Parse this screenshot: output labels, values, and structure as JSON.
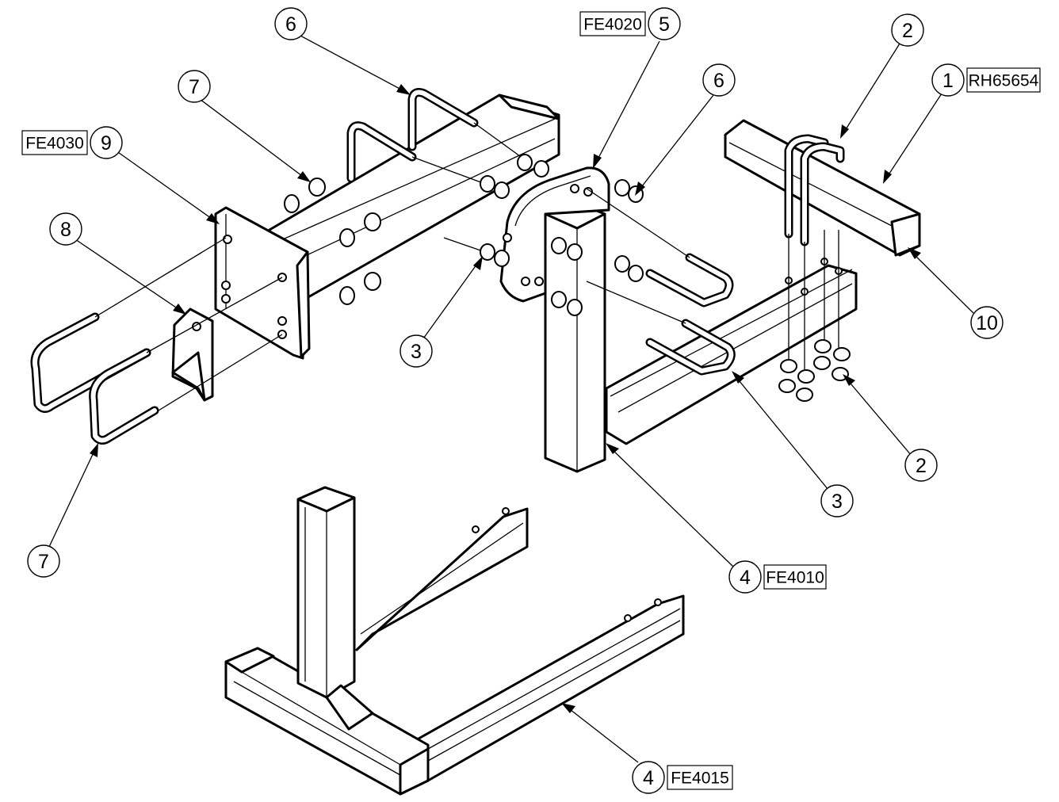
{
  "parts": [
    {
      "key": "p1",
      "number": "1",
      "code": "RH65654"
    },
    {
      "key": "p2a",
      "number": "2",
      "code": ""
    },
    {
      "key": "p2b",
      "number": "2",
      "code": ""
    },
    {
      "key": "p3a",
      "number": "3",
      "code": ""
    },
    {
      "key": "p3b",
      "number": "3",
      "code": ""
    },
    {
      "key": "p4a",
      "number": "4",
      "code": "FE4010"
    },
    {
      "key": "p4b",
      "number": "4",
      "code": "FE4015"
    },
    {
      "key": "p5",
      "number": "5",
      "code": "FE4020"
    },
    {
      "key": "p6a",
      "number": "6",
      "code": ""
    },
    {
      "key": "p6b",
      "number": "6",
      "code": ""
    },
    {
      "key": "p7a",
      "number": "7",
      "code": ""
    },
    {
      "key": "p7b",
      "number": "7",
      "code": ""
    },
    {
      "key": "p8",
      "number": "8",
      "code": ""
    },
    {
      "key": "p9",
      "number": "9",
      "code": "FE4030"
    },
    {
      "key": "p10",
      "number": "10",
      "code": ""
    }
  ]
}
